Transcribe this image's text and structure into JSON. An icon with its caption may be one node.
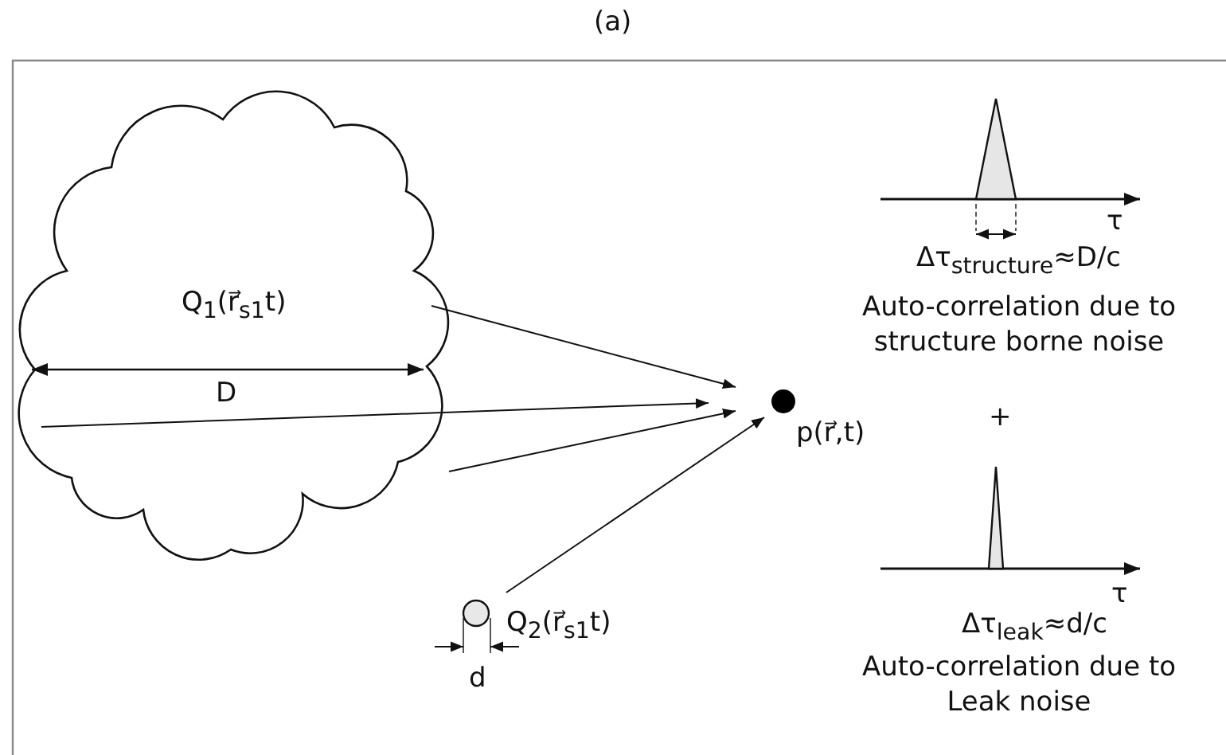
{
  "diagram": {
    "title": "(a)",
    "nodes": [
      {
        "text": [
          "Q$_{1}$(r⃗$_{s1}$t)"
        ]
      },
      {
        "text": [],
        "shape": "circle",
        "beside": [
          "p(r⃗,t)"
        ]
      },
      {
        "text": [],
        "shape": "circle",
        "beside": [
          "Q$_{2}$(r⃗$_{s1}$t)"
        ]
      }
    ],
    "edges": [
      {
        "from": 0,
        "to": 1,
        "arrow": "to"
      },
      {
        "from": 0,
        "to": 1,
        "arrow": "to"
      },
      {
        "from": 0,
        "to": 1,
        "arrow": "to"
      },
      {
        "from": 2,
        "to": 1,
        "arrow": "to"
      }
    ],
    "labels": [
      "D",
      "d",
      "τ",
      "Δτ$_{structure}$≈D/c",
      "Auto-correlation due to structure borne noise",
      "+",
      "τ",
      "Δτ$_{leak}$≈d/c",
      "Auto-correlation due to Leak noise"
    ]
  }
}
